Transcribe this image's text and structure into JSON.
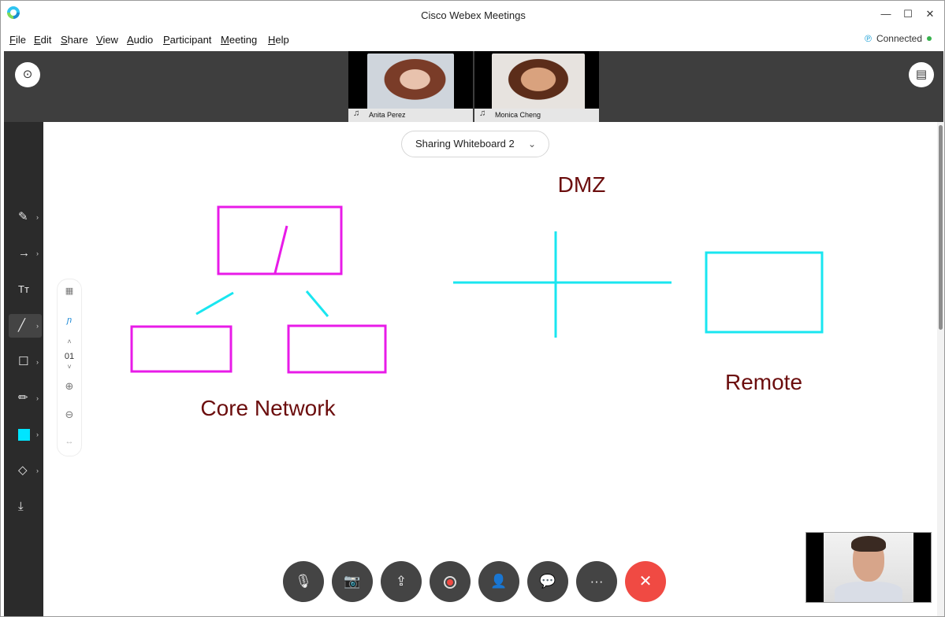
{
  "window": {
    "title": "Cisco Webex Meetings",
    "minimize_glyph": "—",
    "maximize_glyph": "☐",
    "close_glyph": "✕"
  },
  "menu": {
    "items": [
      {
        "first": "F",
        "rest": "ile"
      },
      {
        "first": "E",
        "rest": "dit"
      },
      {
        "first": "S",
        "rest": "hare"
      },
      {
        "first": "V",
        "rest": "iew"
      },
      {
        "first": "A",
        "rest": "udio"
      },
      {
        "first": "P",
        "rest": "articipant"
      },
      {
        "first": "M",
        "rest": "eeting"
      },
      {
        "first": "H",
        "rest": "elp"
      }
    ],
    "connection_status": "Connected"
  },
  "participants": [
    {
      "name": "Anita Perez"
    },
    {
      "name": "Monica Cheng"
    }
  ],
  "whiteboard": {
    "share_label": "Sharing Whiteboard 2",
    "page_number": "01",
    "labels": {
      "dmz": "DMZ",
      "core_network": "Core Network",
      "remote": "Remote"
    },
    "colors": {
      "magenta": "#e81be8",
      "cyan": "#19e6f0",
      "label_text": "#6b0d0d",
      "selected_swatch": "#00e5ff"
    }
  },
  "icons": {
    "annotate": "✎",
    "arrow": "→",
    "text": "Tт",
    "line": "╱",
    "rectangle": "☐",
    "pencil": "✏",
    "eraser": "◇",
    "save": "⤓",
    "chevron": "›",
    "grid": "▦",
    "handwriting": "ɲ",
    "zoom_in": "⊕",
    "zoom_out": "⊖",
    "fit": "↔",
    "up": "˄",
    "down": "˅",
    "mic_muted": "🎙",
    "video_off": "📷",
    "share": "⇪",
    "participants": "👤",
    "chat": "💬",
    "more": "···",
    "leave": "✕",
    "strip_left": "⊙",
    "strip_right": "▤",
    "headset": "♫",
    "dropdown": "⌄",
    "connection": "℗"
  }
}
